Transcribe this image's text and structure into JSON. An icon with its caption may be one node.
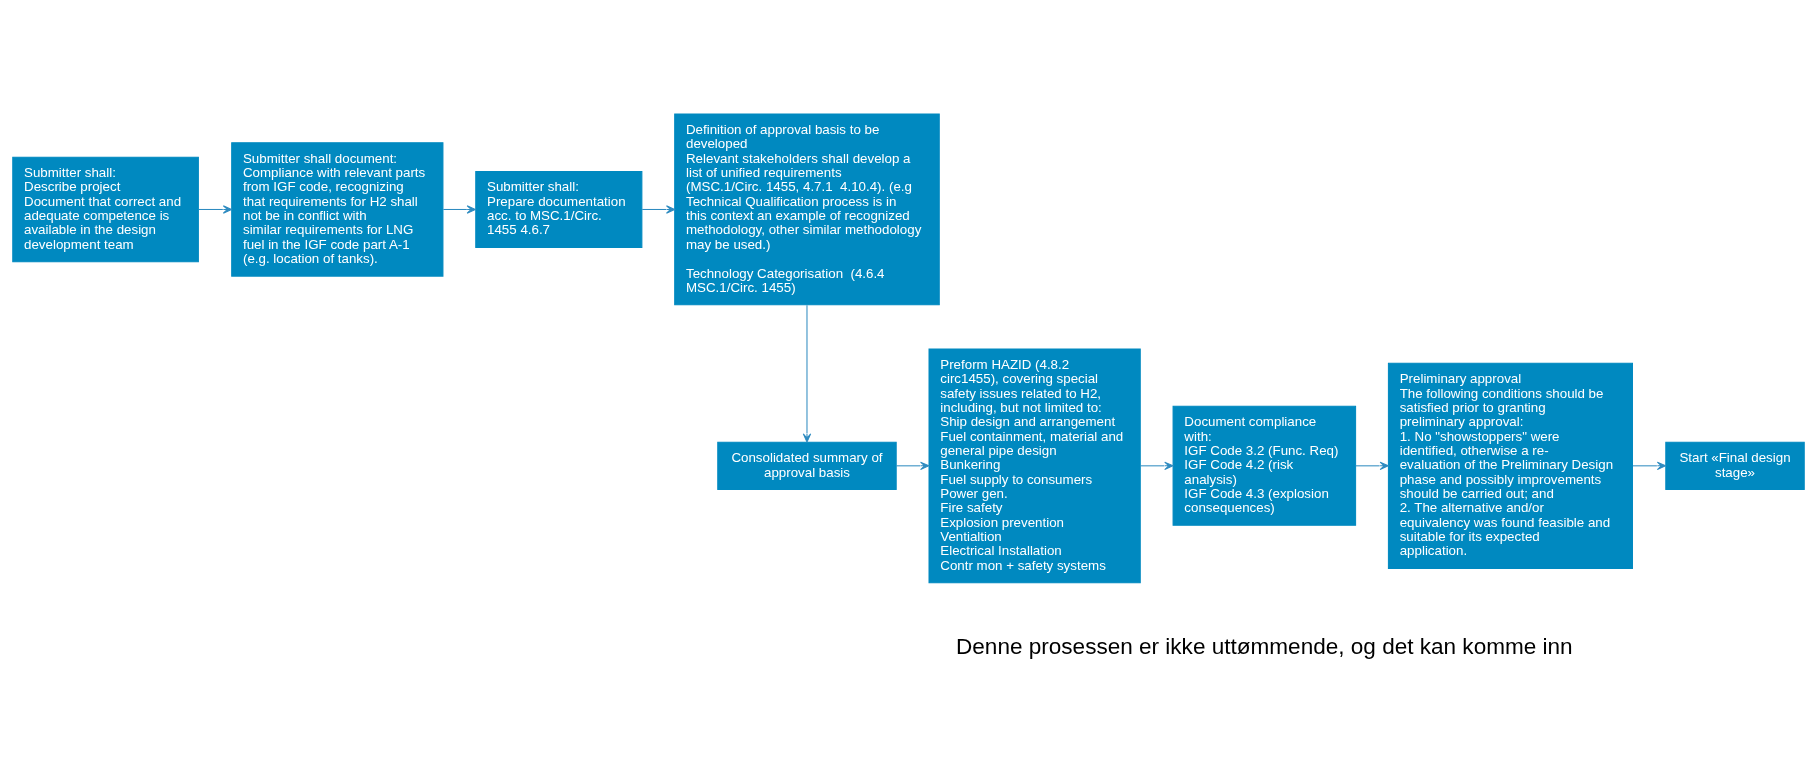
{
  "diagram": {
    "nodes": [
      {
        "text": [
          "Submitter shall:",
          "Describe project",
          "Document that correct and adequate competence is available in the design development team"
        ]
      },
      {
        "text": [
          "Submitter shall document:",
          "Compliance with relevant parts from IGF code, recognizing that requirements for H2 shall not be in conflict with similar requirements for LNG fuel in the IGF code part A-1 (e.g. location of tanks)."
        ]
      },
      {
        "text": [
          "Submitter shall:",
          "Prepare documentation acc. to MSC.1/Circ. 1455 4.6.7"
        ]
      },
      {
        "text": [
          "Definition of approval basis to be developed",
          "Relevant stakeholders shall develop a list of unified requirements (MSC.1/Circ. 1455, 4.7.1  4.10.4). (e.g Technical Qualification process is in this context an example of recognized methodology, other similar methodology may be used.)",
          "Technology Categorisation  (4.6.4 MSC.1/Circ. 1455)"
        ]
      },
      {
        "text": [
          "Consolidated summary of approval basis"
        ]
      },
      {
        "text": [
          "Preform HAZID (4.8.2 circ1455), covering special safety issues related to H2, including, but not limited to:",
          "Ship design and arrangement",
          "Fuel containment, material and general pipe design",
          "Bunkering",
          "Fuel supply to consumers",
          "Power gen.",
          "Fire safety",
          "Explosion prevention",
          "Ventialtion",
          "Electrical Installation",
          "Contr mon + safety systems"
        ]
      },
      {
        "text": [
          "Document compliance with:",
          "IGF Code 3.2 (Func. Req)",
          "IGF Code 4.2 (risk analysis)",
          "IGF Code 4.3 (explosion consequences)"
        ]
      },
      {
        "text": [
          "Preliminary approval",
          "The following conditions should be satisfied prior to granting preliminary approval:",
          "1. No \"showstoppers\" were identified, otherwise a re-evaluation of the Preliminary Design phase and possibly improvements should be carried out; and",
          "2. The alternative and/or equivalency was found feasible and suitable for its expected application."
        ]
      },
      {
        "text": [
          "Start «Final design stage»"
        ]
      }
    ],
    "edges": [
      {
        "from": 0,
        "to": 1,
        "arrow": "to"
      },
      {
        "from": 1,
        "to": 2,
        "arrow": "to"
      },
      {
        "from": 2,
        "to": 3,
        "arrow": "to"
      },
      {
        "from": 3,
        "to": 4,
        "arrow": "to"
      },
      {
        "from": 4,
        "to": 5,
        "arrow": "to"
      },
      {
        "from": 5,
        "to": 6,
        "arrow": "to"
      },
      {
        "from": 6,
        "to": 7,
        "arrow": "to"
      },
      {
        "from": 7,
        "to": 8,
        "arrow": "to"
      }
    ],
    "labels": [
      "Denne prosessen er ikke uttømmende, og det kan komme inn"
    ]
  }
}
